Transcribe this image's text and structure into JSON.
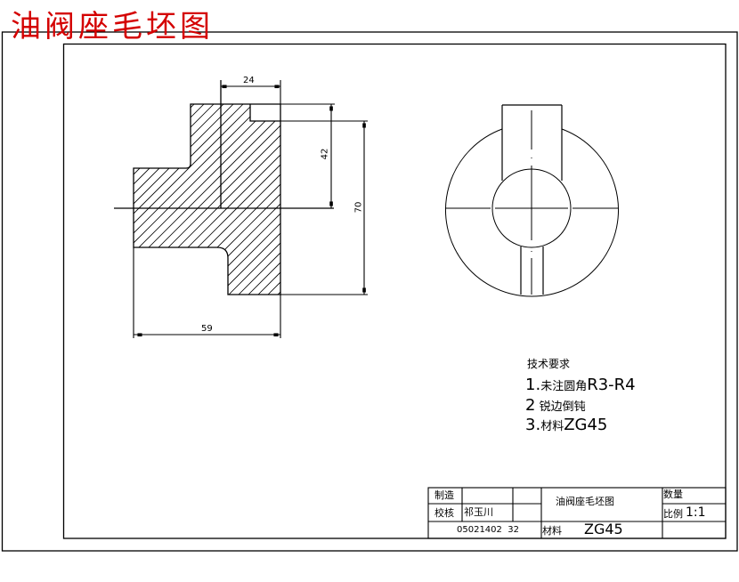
{
  "drawing": {
    "title": "油阀座毛坯图",
    "title_color": "#d40000",
    "line_color": "#000000",
    "dimensions": {
      "width_top": "24",
      "height_inner": "42",
      "height_total": "70",
      "length_total": "59"
    },
    "technical_requirements": {
      "heading": "技术要求",
      "items": [
        {
          "prefix": "1.",
          "text": "未注圆角",
          "value": "R3-R4"
        },
        {
          "prefix": "2",
          "text": "锐边倒钝",
          "value": ""
        },
        {
          "prefix": "3.",
          "text": "材料",
          "value": "ZG45"
        }
      ]
    },
    "title_block": {
      "made_by_label": "制造",
      "made_by_value": "",
      "checked_by_label": "校核",
      "checked_by_value": "祁玉川",
      "part_name": "油阀座毛坯图",
      "quantity_label": "数量",
      "quantity_value": "",
      "scale_label": "比例",
      "scale_value": "1:1",
      "drawing_number": "05021402  32",
      "material_label": "材料",
      "material_value": "ZG45"
    }
  }
}
